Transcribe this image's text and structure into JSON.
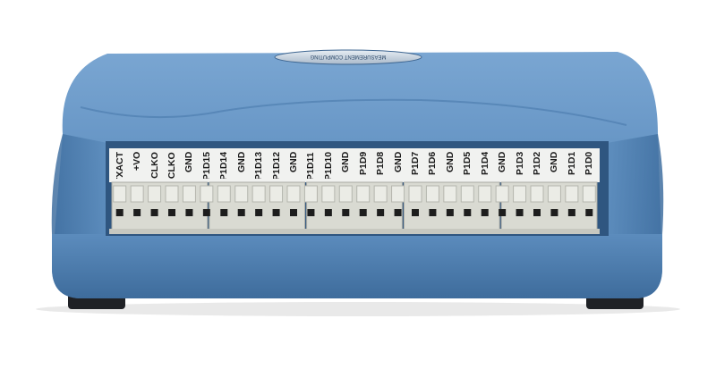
{
  "device": {
    "badge_text": "MEASUREMENT COMPUTING",
    "pin_labels": [
      "TXACT",
      "+VO",
      "OCLKO",
      "ICLKO",
      "GND",
      "P1D15",
      "P1D14",
      "GND",
      "P1D13",
      "P1D12",
      "GND",
      "P1D11",
      "P1D10",
      "GND",
      "P1D9",
      "P1D8",
      "GND",
      "P1D7",
      "P1D6",
      "GND",
      "P1D5",
      "P1D4",
      "GND",
      "P1D3",
      "P1D2",
      "GND",
      "P1D1",
      "P1D0"
    ],
    "connector_blocks": 5,
    "colors": {
      "enclosure": "#5e8dbd",
      "enclosure_dark": "#3f6e9f",
      "label_panel": "#f1f2f0",
      "terminal": "#d9dad2",
      "feet": "#1f2125"
    }
  }
}
